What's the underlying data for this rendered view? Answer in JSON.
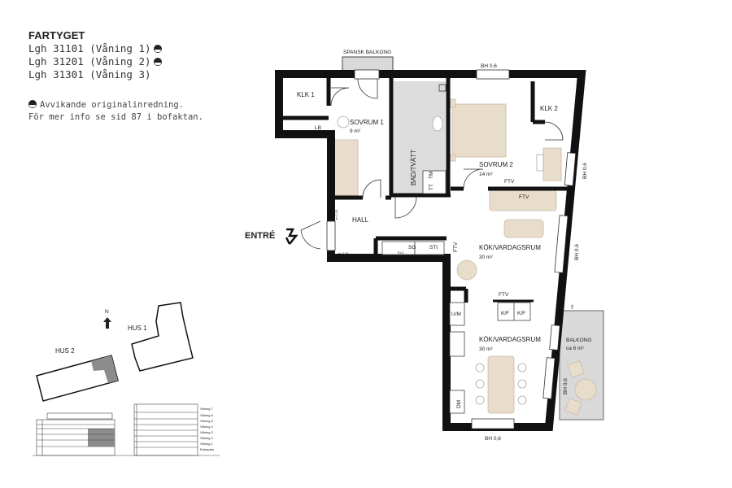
{
  "header": {
    "title": "FARTYGET",
    "apartments": [
      {
        "label": "Lgh 31101 (Våning 1)",
        "deviating": true
      },
      {
        "label": "Lgh 31201 (Våning 2)",
        "deviating": true
      },
      {
        "label": "Lgh 31301 (Våning 3)",
        "deviating": false
      }
    ]
  },
  "note": {
    "icon": "half-filled-circle-icon",
    "line1": "Avvikande originalinredning.",
    "line2": "För mer info se sid 87 i bofaktan."
  },
  "plan": {
    "entrance": "ENTRÉ",
    "spansk_balkong": "SPANSK BALKONG",
    "rooms": {
      "klk1": "KLK 1",
      "lb": "LB",
      "sovrum1": "SOVRUM 1",
      "sovrum1_area": "9 m²",
      "bad": "BAD/TVÄTT",
      "tm": "TM",
      "tt": "TT",
      "sovrum2": "SOVRUM 2",
      "sovrum2_area": "14 m²",
      "klk2": "KLK 2",
      "hall": "HALL",
      "sg": "SG",
      "sti": "STI",
      "elc": "ELC",
      "kok1": "KÖK/VARDAGSRUM",
      "kok1_area": "30 m²",
      "kok2": "KÖK/VARDAGSRUM",
      "kok2_area": "30 m²",
      "um": "U/M",
      "dm": "DM",
      "kf1": "K/F",
      "kf2": "K/F",
      "balkong": "BALKONG",
      "balkong_area": "ca 6 m²",
      "sr": "SR"
    },
    "ftv": [
      "FTV",
      "FTV",
      "FTV",
      "FTV"
    ],
    "rh": [
      "rh 2,25",
      "rh 2,25"
    ],
    "bh": [
      "BH 0,6",
      "BH 0,6",
      "BH 0,6",
      "BH 0,6",
      "BH 0,6"
    ]
  },
  "locator": {
    "north": "N",
    "hus1": "HUS 1",
    "hus2": "HUS 2",
    "floors": [
      "Våning 7",
      "Våning 6",
      "Våning 5",
      "Våning 4",
      "Våning 3",
      "Våning 2",
      "Våning 1",
      "Entréplan"
    ],
    "highlight_color": "#8c8c8c"
  },
  "colors": {
    "walls": "#111111",
    "furniture": "#e8dccb",
    "balcony": "#d9d9d9",
    "wetroom": "#dcdcdc"
  }
}
